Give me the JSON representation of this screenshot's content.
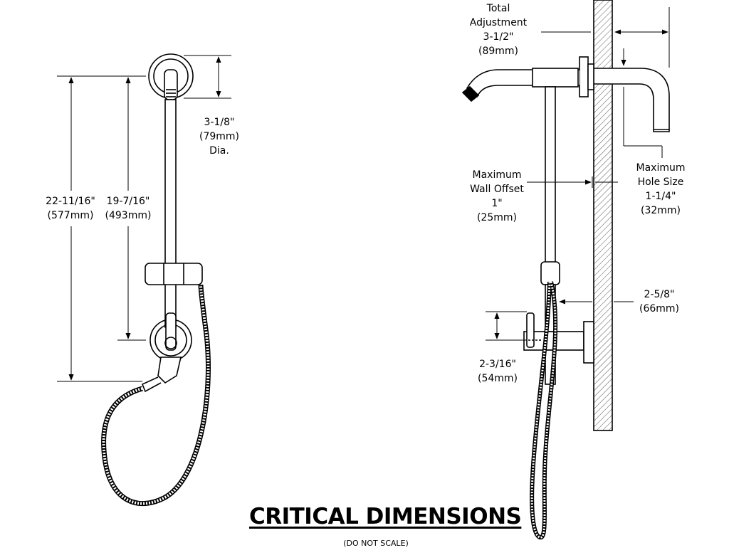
{
  "colors": {
    "line": "#000000",
    "background": "#ffffff",
    "hatch": "#555555"
  },
  "left_view": {
    "flange_dim": {
      "line1": "3-1/8\"",
      "line2": "(79mm)",
      "line3": "Dia."
    },
    "overall_height_dim": {
      "line1": "22-11/16\"",
      "line2": "(577mm)"
    },
    "bar_height_dim": {
      "line1": "19-7/16\"",
      "line2": "(493mm)"
    }
  },
  "right_view": {
    "total_adjustment": {
      "line1": "Total",
      "line2": "Adjustment",
      "line3": "3-1/2\"",
      "line4": "(89mm)"
    },
    "max_hole_size": {
      "line1": "Maximum",
      "line2": "Hole Size",
      "line3": "1-1/4\"",
      "line4": "(32mm)"
    },
    "max_wall_offset": {
      "line1": "Maximum",
      "line2": "Wall Offset",
      "line3": "1\"",
      "line4": "(25mm)"
    },
    "wall_clearance": {
      "line1": "2-5/8\"",
      "line2": "(66mm)"
    },
    "diverter_height": {
      "line1": "2-3/16\"",
      "line2": "(54mm)"
    }
  },
  "heading": {
    "title": "CRITICAL DIMENSIONS",
    "subtitle": "(DO NOT SCALE)"
  }
}
